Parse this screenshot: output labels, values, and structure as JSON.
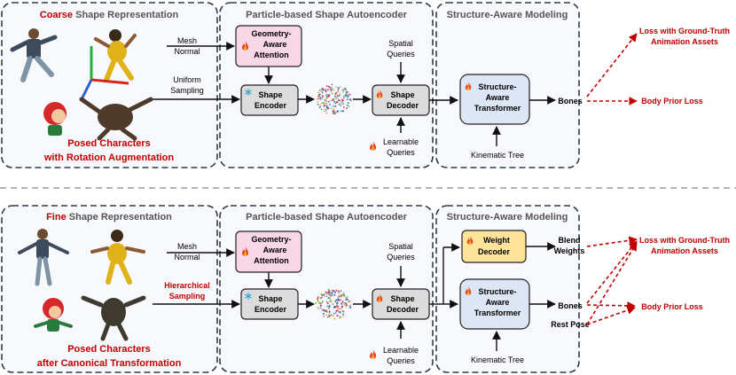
{
  "top": {
    "panel1": {
      "title_bold": "Coarse",
      "title_rest": " Shape Representation",
      "caption_lines": [
        "Posed Characters",
        "with Rotation Augmentation"
      ]
    },
    "panel2": {
      "title": "Particle-based Shape Autoencoder",
      "mesh_normal_lines": [
        "Mesh",
        "Normal"
      ],
      "sampling_lines": [
        "Uniform",
        "Sampling"
      ],
      "gaa_lines": [
        "Geometry-",
        "Aware",
        "Attention"
      ],
      "encoder_lines": [
        "Shape",
        "Encoder"
      ]
    },
    "panel3": {
      "title": "Structure-Aware Modeling",
      "spatial_lines": [
        "Spatial",
        "Queries"
      ],
      "decoder_lines": [
        "Shape",
        "Decoder"
      ],
      "learnable_lines": [
        "Learnable",
        "Queries"
      ],
      "transformer_lines": [
        "Structure-",
        "Aware",
        "Transformer"
      ],
      "kinematic": "Kinematic Tree",
      "bones": "Bones"
    },
    "losses": {
      "gt_lines": [
        "Loss with Ground-Truth",
        "Animation Assets"
      ],
      "prior": "Body Prior Loss"
    }
  },
  "bottom": {
    "panel1": {
      "title_bold": "Fine",
      "title_rest": " Shape Representation",
      "caption_lines": [
        "Posed Characters",
        "after Canonical Transformation"
      ]
    },
    "panel2": {
      "title": "Particle-based Shape Autoencoder",
      "mesh_normal_lines": [
        "Mesh",
        "Normal"
      ],
      "sampling_lines": [
        "Hierarchical",
        "Sampling"
      ],
      "gaa_lines": [
        "Geometry-",
        "Aware",
        "Attention"
      ],
      "encoder_lines": [
        "Shape",
        "Encoder"
      ]
    },
    "panel3": {
      "title": "Structure-Aware Modeling",
      "spatial_lines": [
        "Spatial",
        "Queries"
      ],
      "decoder_lines": [
        "Shape",
        "Decoder"
      ],
      "learnable_lines": [
        "Learnable",
        "Queries"
      ],
      "weight_decoder_lines": [
        "Weight",
        "Decoder"
      ],
      "blend_lines": [
        "Blend",
        "Weights"
      ],
      "transformer_lines": [
        "Structure-",
        "Aware",
        "Transformer"
      ],
      "kinematic": "Kinematic Tree",
      "bones": "Bones",
      "rest_pose": "Rest Pose"
    },
    "losses": {
      "gt_lines": [
        "Loss with Ground-Truth",
        "Animation Assets"
      ],
      "prior": "Body Prior Loss"
    }
  },
  "colors": {
    "accent_red": "#c00000",
    "panel_border": "#2f3b4e",
    "panel_fill": "#f7f9fc",
    "encoder_fill": "#dcdcdc",
    "attention_fill": "#f8d7e6",
    "transformer_fill": "#dce6f4",
    "weight_decoder_fill": "#fde49a"
  },
  "icons": {
    "trainable": "flame-icon",
    "frozen": "snowflake-icon"
  }
}
